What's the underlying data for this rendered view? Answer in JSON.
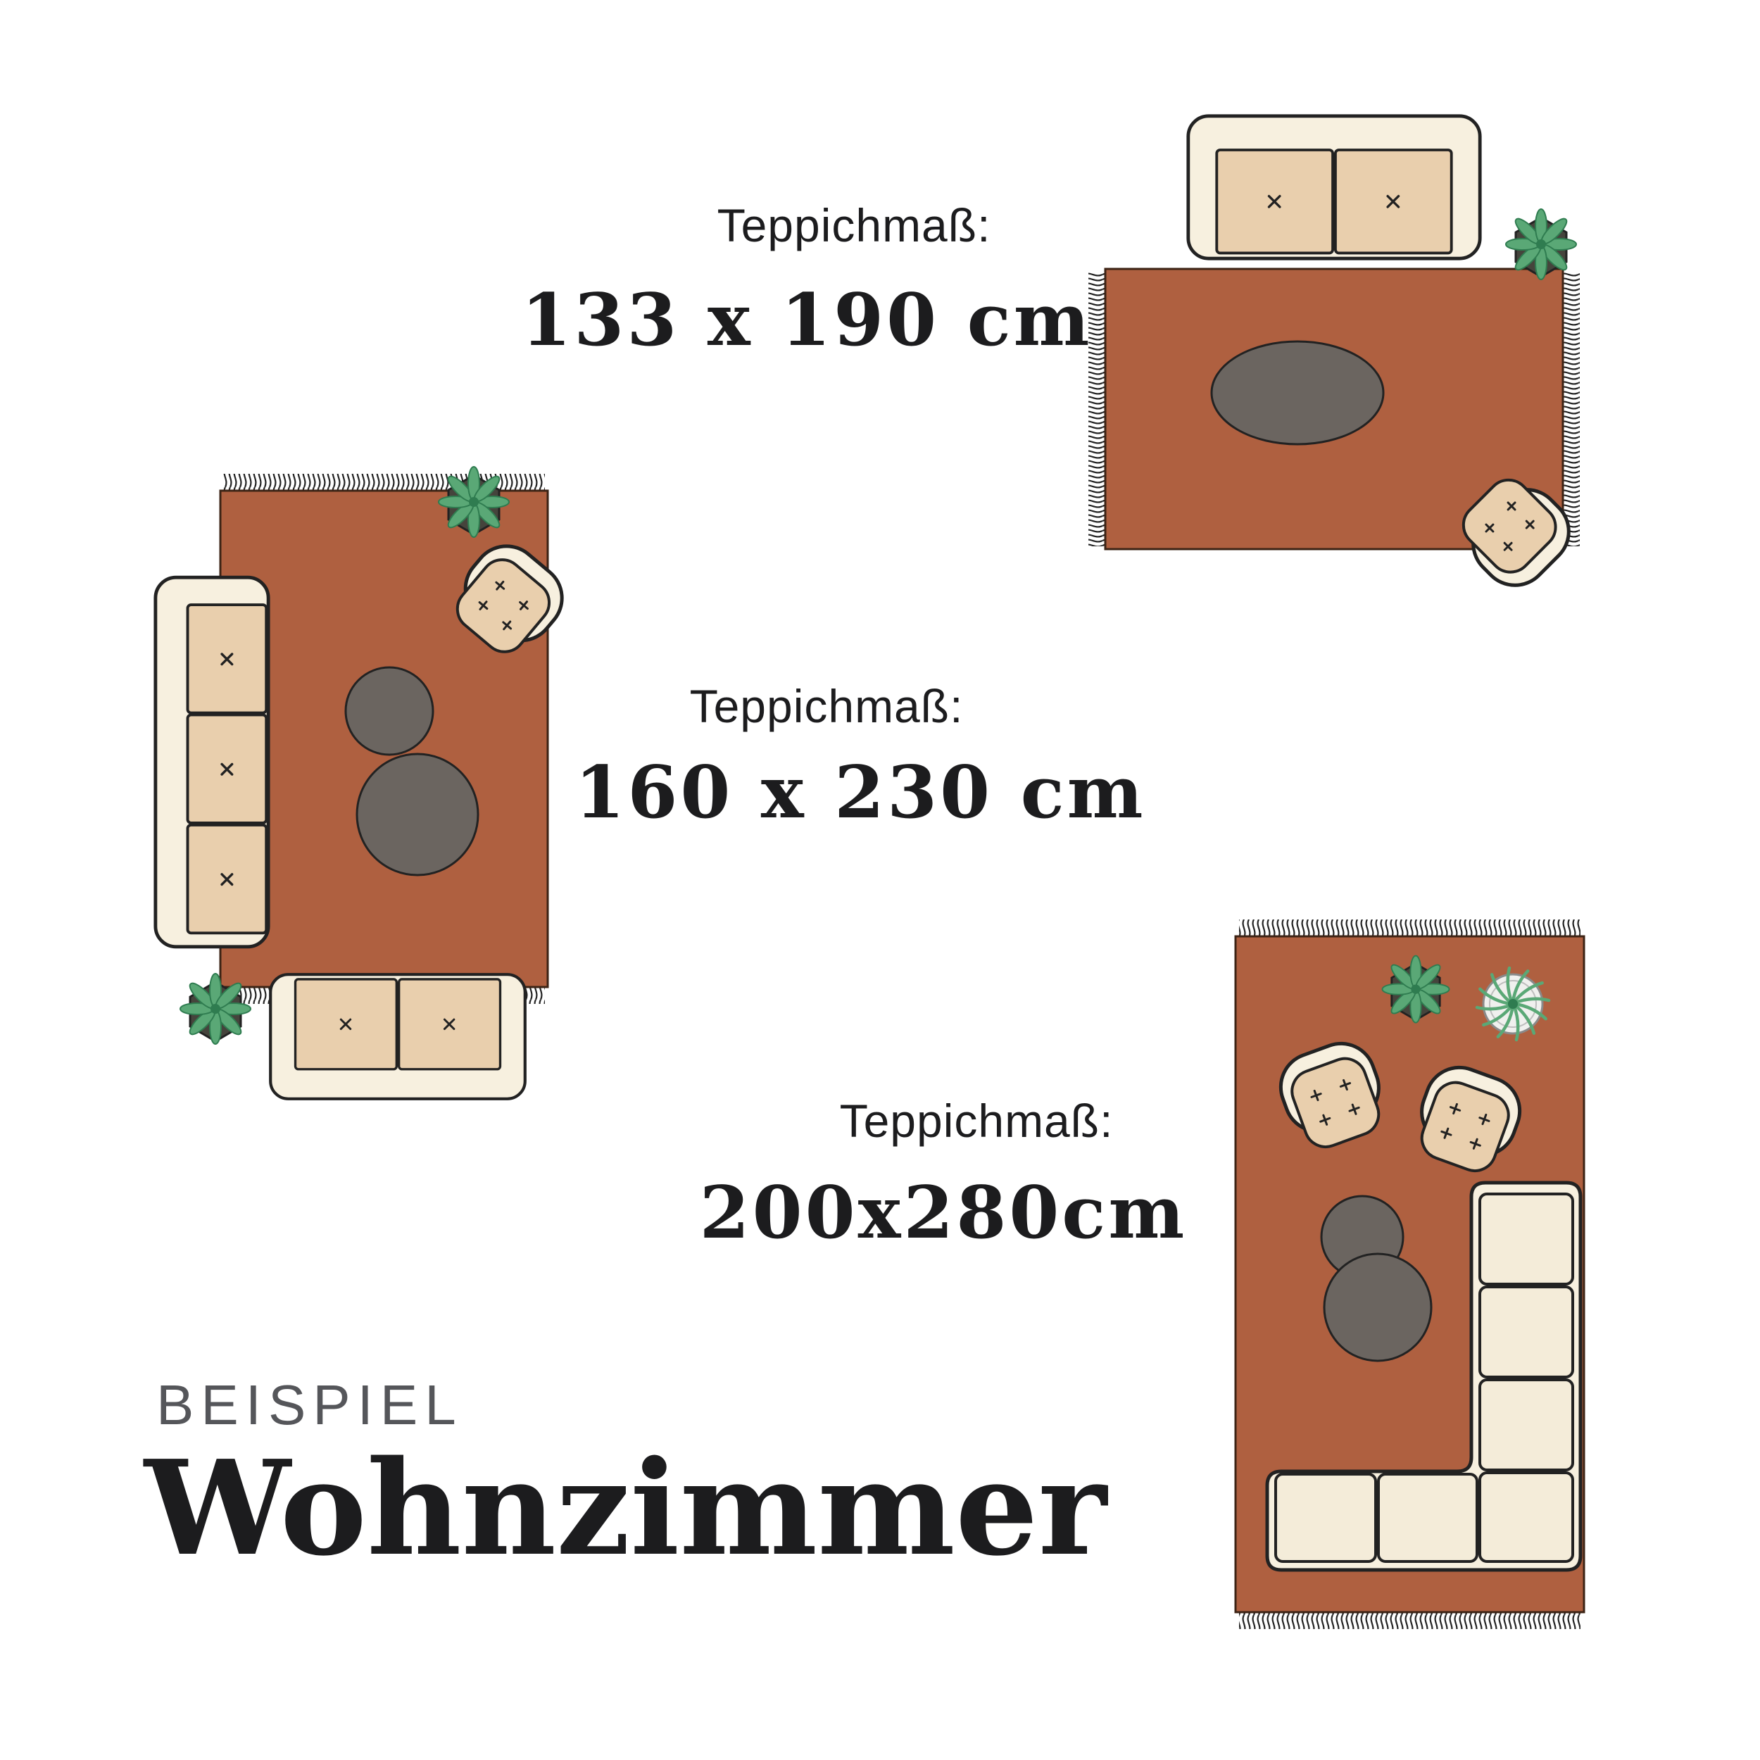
{
  "colors": {
    "rug": "#AF6040",
    "rug_outline": "#3C2315",
    "sofa_body": "#F7F0DF",
    "sofa_cushion": "#E9CFAD",
    "cushion_light": "#F4ECD9",
    "table": "#6B6560",
    "plant_leaf": "#5AA876",
    "plant_leaf_dark": "#2F7C50",
    "plant_pot": "#45443C",
    "outline": "#222222",
    "text_dark": "#1C1C1E",
    "text_gray": "#55565A"
  },
  "sections": {
    "size1": {
      "caption": "Teppichmaß:",
      "value": "133 x 190 cm"
    },
    "size2": {
      "caption": "Teppichmaß:",
      "value": "160 x 230 cm"
    },
    "size3": {
      "caption": "Teppichmaß:",
      "value": "200x280cm"
    }
  },
  "footer": {
    "eyebrow": "BEISPIEL",
    "title": "Wohnzimmer"
  },
  "scenes": [
    {
      "id": "rug-133x190",
      "rug_size": "133 x 190 cm",
      "furniture": [
        "two-seat-sofa",
        "oval-coffee-table",
        "armchair",
        "potted-plant"
      ]
    },
    {
      "id": "rug-160x230",
      "rug_size": "160 x 230 cm",
      "furniture": [
        "three-seat-sofa",
        "two-seat-sofa",
        "armchair",
        "round-coffee-table-small",
        "round-coffee-table-large",
        "potted-plant",
        "potted-plant"
      ]
    },
    {
      "id": "rug-200x280",
      "rug_size": "200x280cm",
      "furniture": [
        "corner-sofa",
        "armchair",
        "armchair",
        "round-coffee-table-small",
        "round-coffee-table-large",
        "potted-plant-hex",
        "potted-plant-round"
      ]
    }
  ],
  "icons": {
    "two-seat-sofa-icon": "svg-rounded-rect-with-2-cushions",
    "three-seat-sofa-icon": "svg-rounded-rect-with-3-cushions",
    "corner-sofa-icon": "svg-l-shaped-sofa",
    "armchair-icon": "svg-rounded-square-with-plus-marks",
    "coffee-table-icon": "svg-dark-ellipse",
    "plant-hex-icon": "svg-hexagon-pot-with-leaf-star",
    "plant-round-icon": "svg-round-pot-with-radial-leaves",
    "rug-fringe-icon": "svg-wavy-line-pattern"
  }
}
